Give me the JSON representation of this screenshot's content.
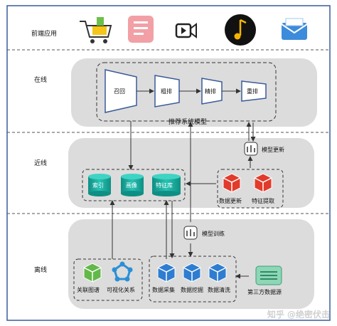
{
  "layers": {
    "frontend": "前端应用",
    "online": "在线",
    "nearline": "近线",
    "offline": "离线"
  },
  "online": {
    "stages": [
      "召回",
      "粗排",
      "精排",
      "重排"
    ],
    "group_label": "推荐系统模型"
  },
  "nearline": {
    "model_update": "模型更新",
    "stores": [
      "索引",
      "画像",
      "特征库"
    ],
    "tasks": [
      "数据更新",
      "特征提取"
    ]
  },
  "offline": {
    "model_training": "模型训练",
    "graph_tasks": [
      "关联图谱",
      "可视化关系"
    ],
    "data_tasks": [
      "数据采集",
      "数据挖掘",
      "数据清洗"
    ],
    "third_party": "第三方数据源"
  },
  "app_icons": [
    "shopping-cart-icon",
    "news-app-icon",
    "video-icon",
    "music-icon",
    "email-icon"
  ],
  "watermark": "知乎 @绝密伏击",
  "colors": {
    "band": "#dcdcdc",
    "teal": "#1aa99c",
    "red": "#e23b2b",
    "blue": "#2e7dd1",
    "green": "#63b84a",
    "border": "#3a5b9a"
  }
}
